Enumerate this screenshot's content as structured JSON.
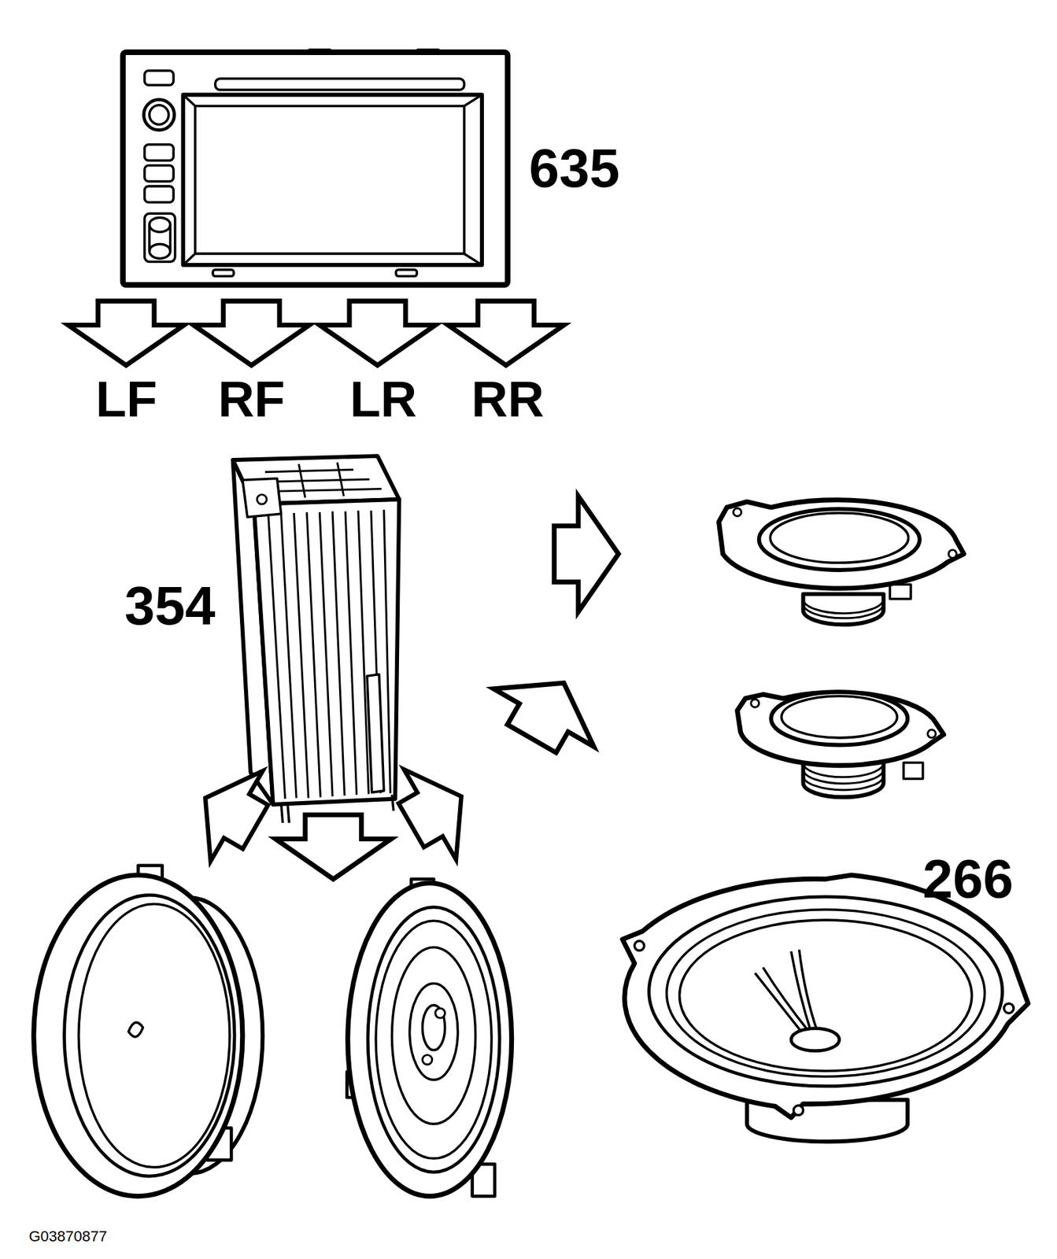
{
  "diagram": {
    "labels": [
      "635",
      "LF",
      "RF",
      "LR",
      "RR",
      "354",
      "266",
      "G03870877"
    ]
  }
}
